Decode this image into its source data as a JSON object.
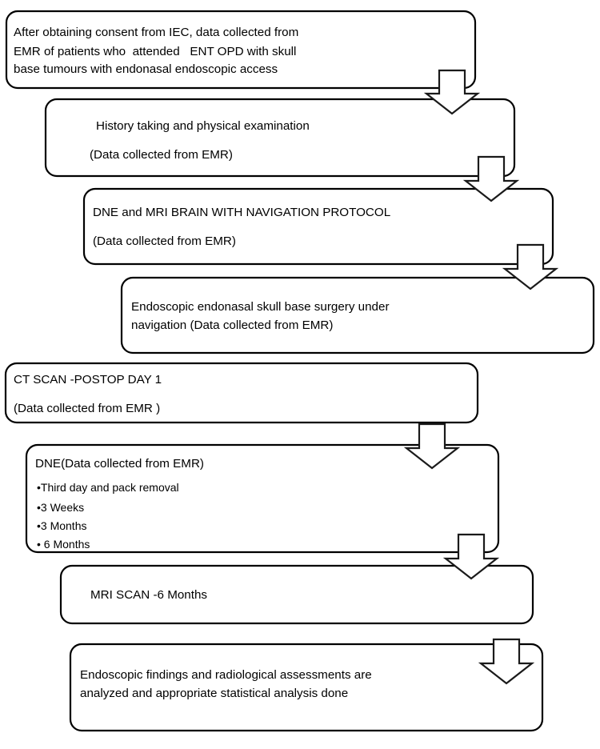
{
  "diagram": {
    "title": "Study methodology flowchart",
    "orientation": "top-to-bottom",
    "style": {
      "box_fill": "#ffffff",
      "box_stroke": "#000000",
      "arrow_fill": "#ffffff",
      "arrow_stroke": "#1a1a1a",
      "text_color": "#000000",
      "background": "#ffffff"
    },
    "nodes": [
      {
        "id": "node-consent",
        "name": "consent-and-data-collection",
        "lines": [
          "After obtaining consent from IEC, data collected from",
          "EMR of patients who  attended   ENT OPD with skull",
          "base tumours with endonasal endoscopic access"
        ]
      },
      {
        "id": "node-history",
        "name": "history-and-examination",
        "lines": [
          "History taking and physical examination",
          "(Data collected from EMR)"
        ]
      },
      {
        "id": "node-dne-mri",
        "name": "dne-and-mri-brain",
        "lines": [
          "DNE and MRI BRAIN WITH NAVIGATION PROTOCOL",
          "(Data collected from EMR)"
        ]
      },
      {
        "id": "node-surgery",
        "name": "endoscopic-endonasal-surgery",
        "lines": [
          "Endoscopic endonasal skull base surgery under",
          "navigation (Data collected from EMR)"
        ]
      },
      {
        "id": "node-ct-scan",
        "name": "ct-scan-postop-day-1",
        "lines": [
          "CT SCAN -POSTOP DAY 1",
          "(Data collected from EMR )"
        ]
      },
      {
        "id": "node-dne-followup",
        "name": "dne-followup-schedule",
        "lines": [
          "DNE(Data collected from EMR)"
        ],
        "bullets": [
          "•Third day and pack removal",
          "•3 Weeks",
          "•3 Months",
          "• 6 Months"
        ]
      },
      {
        "id": "node-mri-6months",
        "name": "mri-scan-6-months",
        "lines": [
          "MRI SCAN -6 Months"
        ]
      },
      {
        "id": "node-analysis",
        "name": "statistical-analysis",
        "lines": [
          "Endoscopic findings and radiological assessments are",
          "analyzed and appropriate statistical analysis done"
        ]
      }
    ],
    "connectors": [
      {
        "id": "arrow-1",
        "name": "down-arrow-consent-to-history",
        "from": "node-consent",
        "to": "node-history"
      },
      {
        "id": "arrow-2",
        "name": "down-arrow-history-to-dne-mri",
        "from": "node-history",
        "to": "node-dne-mri"
      },
      {
        "id": "arrow-3",
        "name": "down-arrow-dne-mri-to-surgery",
        "from": "node-dne-mri",
        "to": "node-surgery"
      },
      {
        "id": "arrow-4",
        "name": "down-arrow-ct-to-dne-followup",
        "from": "node-ct-scan",
        "to": "node-dne-followup"
      },
      {
        "id": "arrow-5",
        "name": "down-arrow-dne-followup-to-mri",
        "from": "node-dne-followup",
        "to": "node-mri-6months"
      },
      {
        "id": "arrow-6",
        "name": "down-arrow-mri-to-analysis",
        "from": "node-mri-6months",
        "to": "node-analysis"
      }
    ]
  }
}
